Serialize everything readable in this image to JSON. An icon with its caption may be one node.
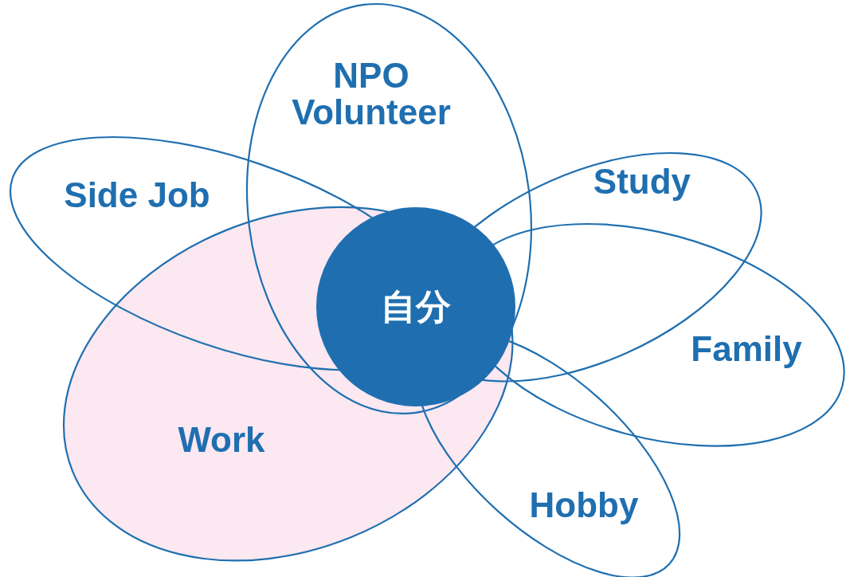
{
  "diagram": {
    "nodes": [
      {
        "text": [
          "NPO Volunteer"
        ]
      },
      {
        "text": [
          "Side Job"
        ]
      },
      {
        "text": [
          "Study"
        ]
      },
      {
        "text": [
          "自分"
        ]
      },
      {
        "text": [
          "Family"
        ]
      },
      {
        "text": [
          "Work"
        ]
      },
      {
        "text": [
          "Hobby"
        ]
      }
    ]
  }
}
